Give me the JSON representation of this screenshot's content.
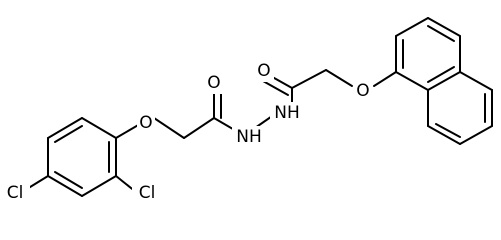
{
  "structure": {
    "type": "skeletal-formula",
    "bond_color": "#000000",
    "background": "#ffffff",
    "atoms": {
      "cl_left": "Cl",
      "cl_right": "Cl",
      "o_ether_left": "O",
      "o_carbonyl_left": "O",
      "nh_lower": "NH",
      "nh_upper": "NH",
      "o_carbonyl_right": "O",
      "o_ether_right": "O"
    }
  }
}
